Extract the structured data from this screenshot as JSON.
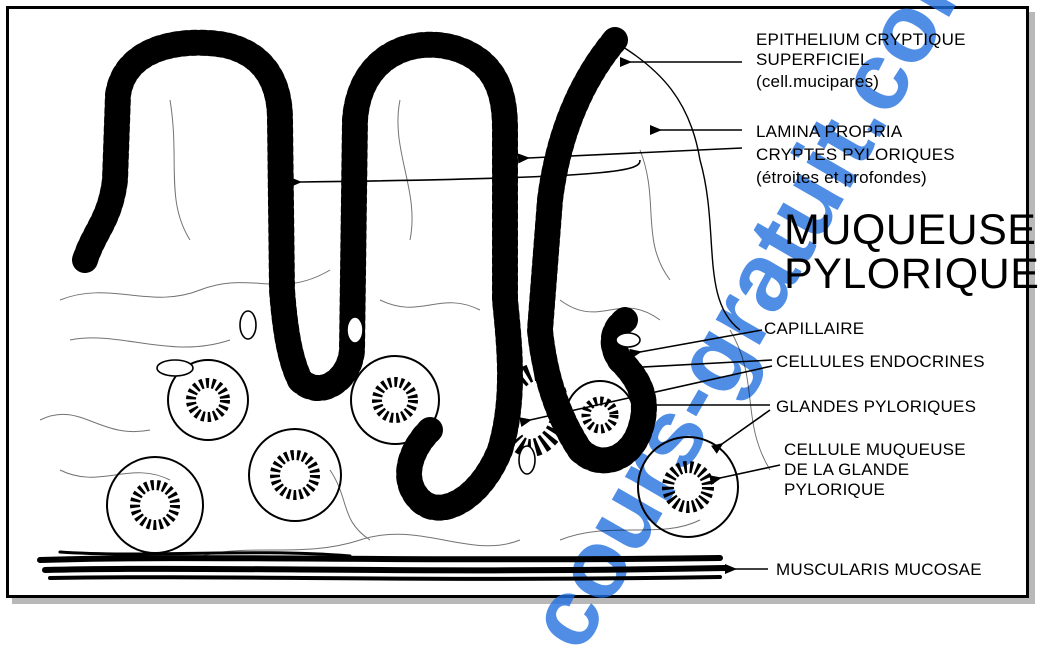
{
  "diagram": {
    "title_line1": "MUQUEUSE",
    "title_line2": "PYLORIQUE",
    "labels": {
      "epithelium_1": "EPITHELIUM CRYPTIQUE",
      "epithelium_2": "SUPERFICIEL",
      "epithelium_3": "(cell.mucipares)",
      "lamina_propria": "LAMINA PROPRIA",
      "cryptes_1": "CRYPTES PYLORIQUES",
      "cryptes_2": "(étroites et profondes)",
      "capillaire": "CAPILLAIRE",
      "cellules_endocrines": "CELLULES ENDOCRINES",
      "glandes_pyloriques": "GLANDES PYLORIQUES",
      "cellule_muqueuse_1": "CELLULE MUQUEUSE",
      "cellule_muqueuse_2": "DE LA GLANDE",
      "cellule_muqueuse_3": "PYLORIQUE",
      "muscularis": "MUSCULARIS MUCOSAE"
    },
    "watermark": "cours-gratuit.com"
  },
  "colors": {
    "ink": "#000000",
    "watermark": "#1f6fe0",
    "frame_shadow": "#b8b8b8"
  }
}
